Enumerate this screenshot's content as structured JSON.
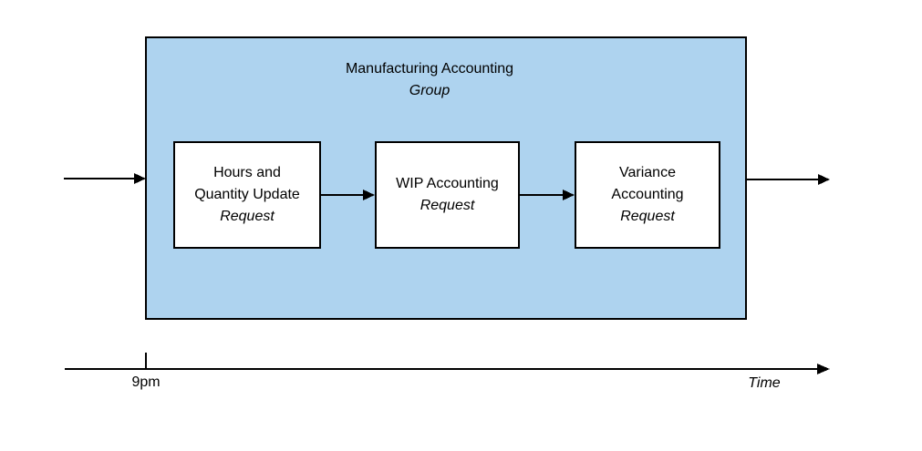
{
  "canvas": {
    "background": "#ffffff",
    "ink": "#000000"
  },
  "group": {
    "title": "Manufacturing Accounting",
    "subtitle": "Group",
    "fill": "#aed3ef",
    "border": "#000000"
  },
  "nodes": [
    {
      "lines": [
        "Hours and",
        "Quantity Update"
      ],
      "emphasis": "Request"
    },
    {
      "lines": [
        "WIP Accounting"
      ],
      "emphasis": "Request"
    },
    {
      "lines": [
        "Variance",
        "Accounting"
      ],
      "emphasis": "Request"
    }
  ],
  "arrows": {
    "entry": "flow-in",
    "node1_to_node2": "flow",
    "node2_to_node3": "flow",
    "exit": "flow-out"
  },
  "timeline": {
    "tick_label": "9pm",
    "axis_label": "Time"
  }
}
